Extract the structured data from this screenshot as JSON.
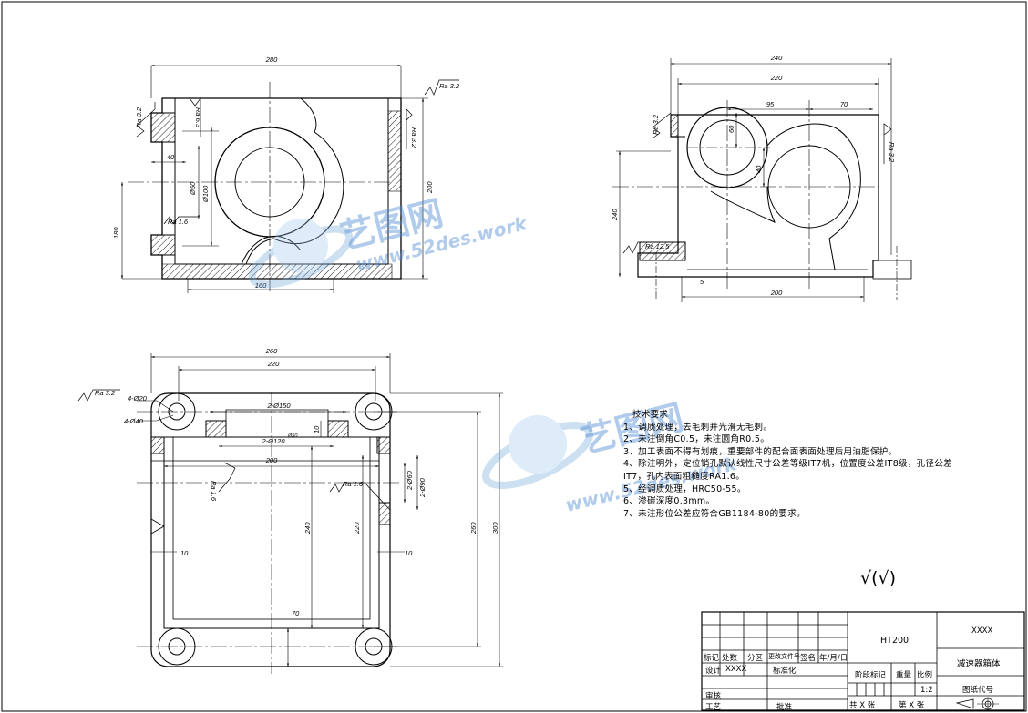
{
  "views": {
    "front": {
      "dims": [
        "280",
        "40",
        "Ø100",
        "Ø50",
        "200",
        "180",
        "160"
      ],
      "roughness": [
        "Ra 3.2",
        "Ra 3.2",
        "Ra 6.3",
        "Ra 1.6",
        "Ra 3.2"
      ]
    },
    "side": {
      "dims": [
        "240",
        "220",
        "95",
        "70",
        "60",
        "40",
        "240",
        "200",
        "5"
      ],
      "roughness": [
        "Ra 3.2",
        "Ra 3.2",
        "Ra 12.5"
      ]
    },
    "top": {
      "dims": [
        "260",
        "220",
        "4-Ø20",
        "4-Ø40",
        "2-Ø150",
        "2-Ø120",
        "Ø50",
        "10",
        "2-Ø90",
        "2-Ø60",
        "200",
        "240",
        "220",
        "260",
        "300",
        "10",
        "10",
        "70"
      ],
      "roughness": [
        "Ra 3.2",
        "Ra 1.6",
        "Ra 1.6"
      ]
    }
  },
  "notes": {
    "title": "技术要求",
    "items": [
      "1、调质处理，去毛刺并光滑无毛刺。",
      "2、未注倒角C0.5，未注圆角R0.5。",
      "3、加工表面不得有划痕，重要部件的配合面表面处理后用油脂保护。",
      "4、除注明外，定位销孔默认线性尺寸公差等级IT7机，位置度公差IT8级，孔径公差",
      "IT7，孔内表面粗糙度RA1.6。",
      "5、经调质处理，HRC50-55。",
      "6、渗碳深度0.3mm。",
      "7、未注形位公差应符合GB1184-80的要求。"
    ]
  },
  "general_roughness": "√(√)",
  "title_block": {
    "labels": [
      "标记",
      "处数",
      "分区",
      "更改文件号",
      "签名",
      "年/月/日"
    ],
    "row2": [
      "设计",
      "XXXX",
      "标准化"
    ],
    "row3": [
      "审核"
    ],
    "row4": [
      "工艺",
      "批准"
    ],
    "material": "HT200",
    "company": "XXXX",
    "part_name": "减速器箱体",
    "stage_headers": [
      "阶段标记",
      "重量",
      "比例"
    ],
    "scale": "1:2",
    "drawing_no_label": "图纸代号",
    "sheets": "共 X 张",
    "sheet_no": "第 X 张"
  },
  "watermark": {
    "brand": "艺图网",
    "url": "www.52des.work"
  }
}
